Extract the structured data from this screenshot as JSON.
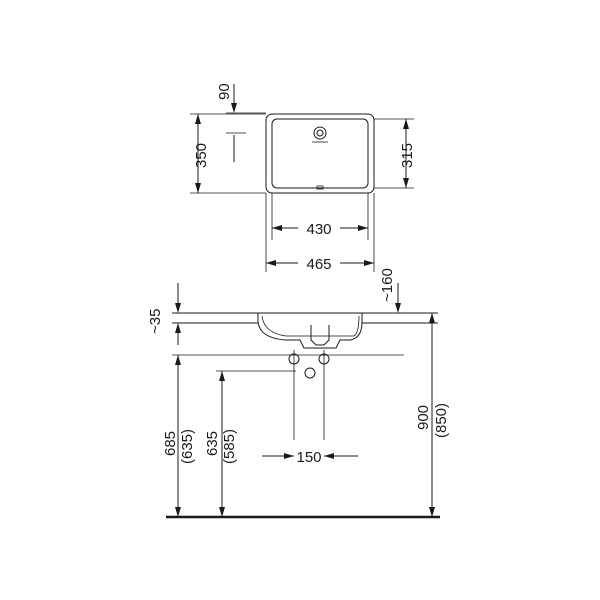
{
  "dimensions": {
    "top_offset": "90",
    "basin_length": "350",
    "bowl_length": "315",
    "bowl_width": "430",
    "basin_width": "465",
    "rim_height": "~35",
    "side_offset": "~160",
    "supply_height": "685",
    "supply_height_alt": "(635)",
    "waste_height": "635",
    "waste_height_alt": "(585)",
    "supply_spacing": "150",
    "counter_height": "900",
    "counter_height_alt": "(850)"
  },
  "colors": {
    "line": "#1a1a1a",
    "background": "#ffffff"
  }
}
